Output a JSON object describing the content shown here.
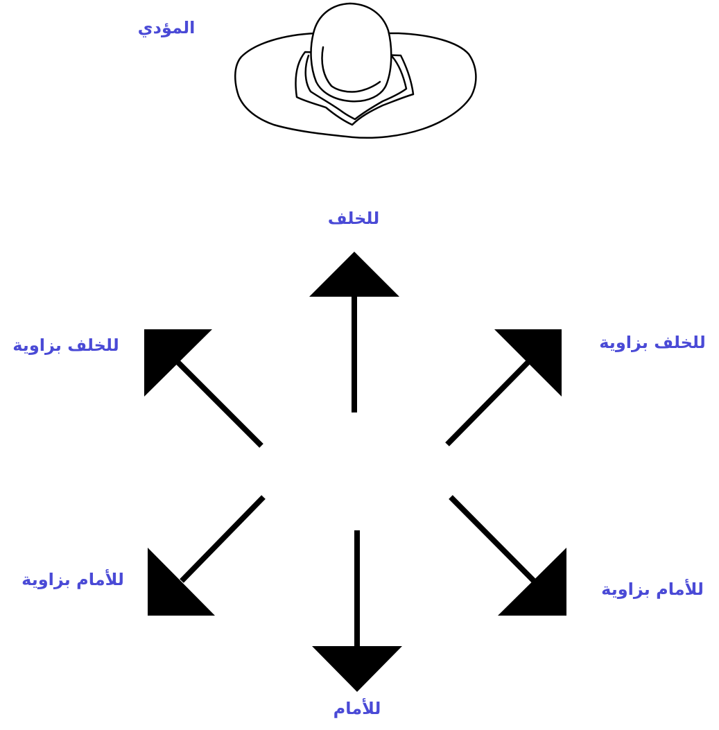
{
  "labels": {
    "performer": "المؤدي",
    "back": "للخلف",
    "back_left": "للخلف بزاوية",
    "back_right": "للخلف بزاوية",
    "front_left": "للأمام بزاوية",
    "front_right": "للأمام بزاوية",
    "front": "للأمام"
  },
  "colors": {
    "label": "#4a4ad6",
    "arrow": "#000000",
    "outline": "#000000"
  },
  "icons": {
    "performer": "performer-top-view-icon"
  }
}
